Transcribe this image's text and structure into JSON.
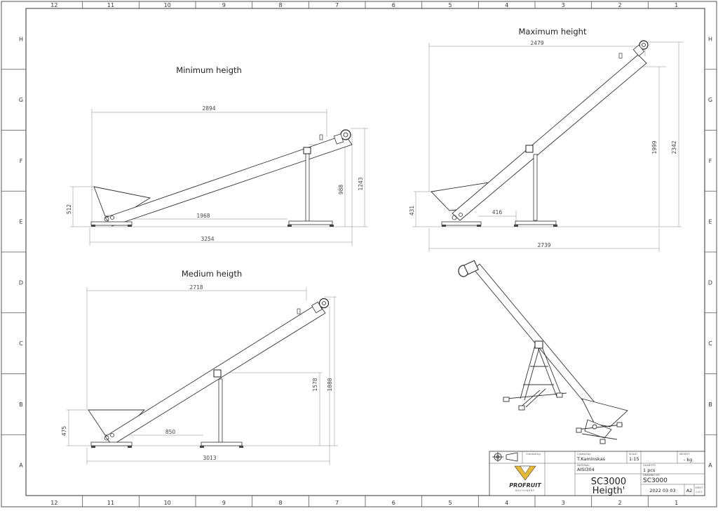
{
  "sheet": {
    "zones_top": [
      "12",
      "11",
      "10",
      "9",
      "8",
      "7",
      "6",
      "5",
      "4",
      "3",
      "2",
      "1"
    ],
    "zones_side": [
      "H",
      "G",
      "F",
      "E",
      "D",
      "C",
      "B",
      "A"
    ]
  },
  "views": {
    "min": {
      "title": "Minimum heigth",
      "dims": {
        "length": "2894",
        "support_h": "988",
        "total_h": "1243",
        "hopper_h": "512",
        "offset": "1968",
        "total_len": "3254"
      }
    },
    "max": {
      "title": "Maximum height",
      "dims": {
        "length": "2479",
        "support_h": "1999",
        "total_h": "2342",
        "hopper_h": "431",
        "offset": "416",
        "total_len": "2739"
      }
    },
    "med": {
      "title": "Medium heigth",
      "dims": {
        "length": "2718",
        "support_h": "1578",
        "total_h": "1888",
        "hopper_h": "475",
        "offset": "850",
        "total_len": "3013"
      }
    }
  },
  "title_block": {
    "created_by_label": "Created by:",
    "checked_by_label": "Checked by:",
    "created_by": "T.Kaminskas",
    "scale_label": "SCALE:",
    "scale": "1:15",
    "weight_label": "WEIGHT:",
    "weight": "- kg",
    "material_label": "MATERIAL:",
    "material": "AISI304",
    "quantity_label": "QUANTITY:",
    "quantity": "1 pcs",
    "drawing_no_label": "DRAWING NO.",
    "drawing_no": "SC3000",
    "name_line1": "SC3000",
    "name_line2": "Heigth'",
    "date": "2022 03 03",
    "size": "A2",
    "sheet_label": "SHEET",
    "sheet_no": "1 of 1",
    "logo_text": "PROFRUIT",
    "logo_sub": "MACHINERY"
  }
}
